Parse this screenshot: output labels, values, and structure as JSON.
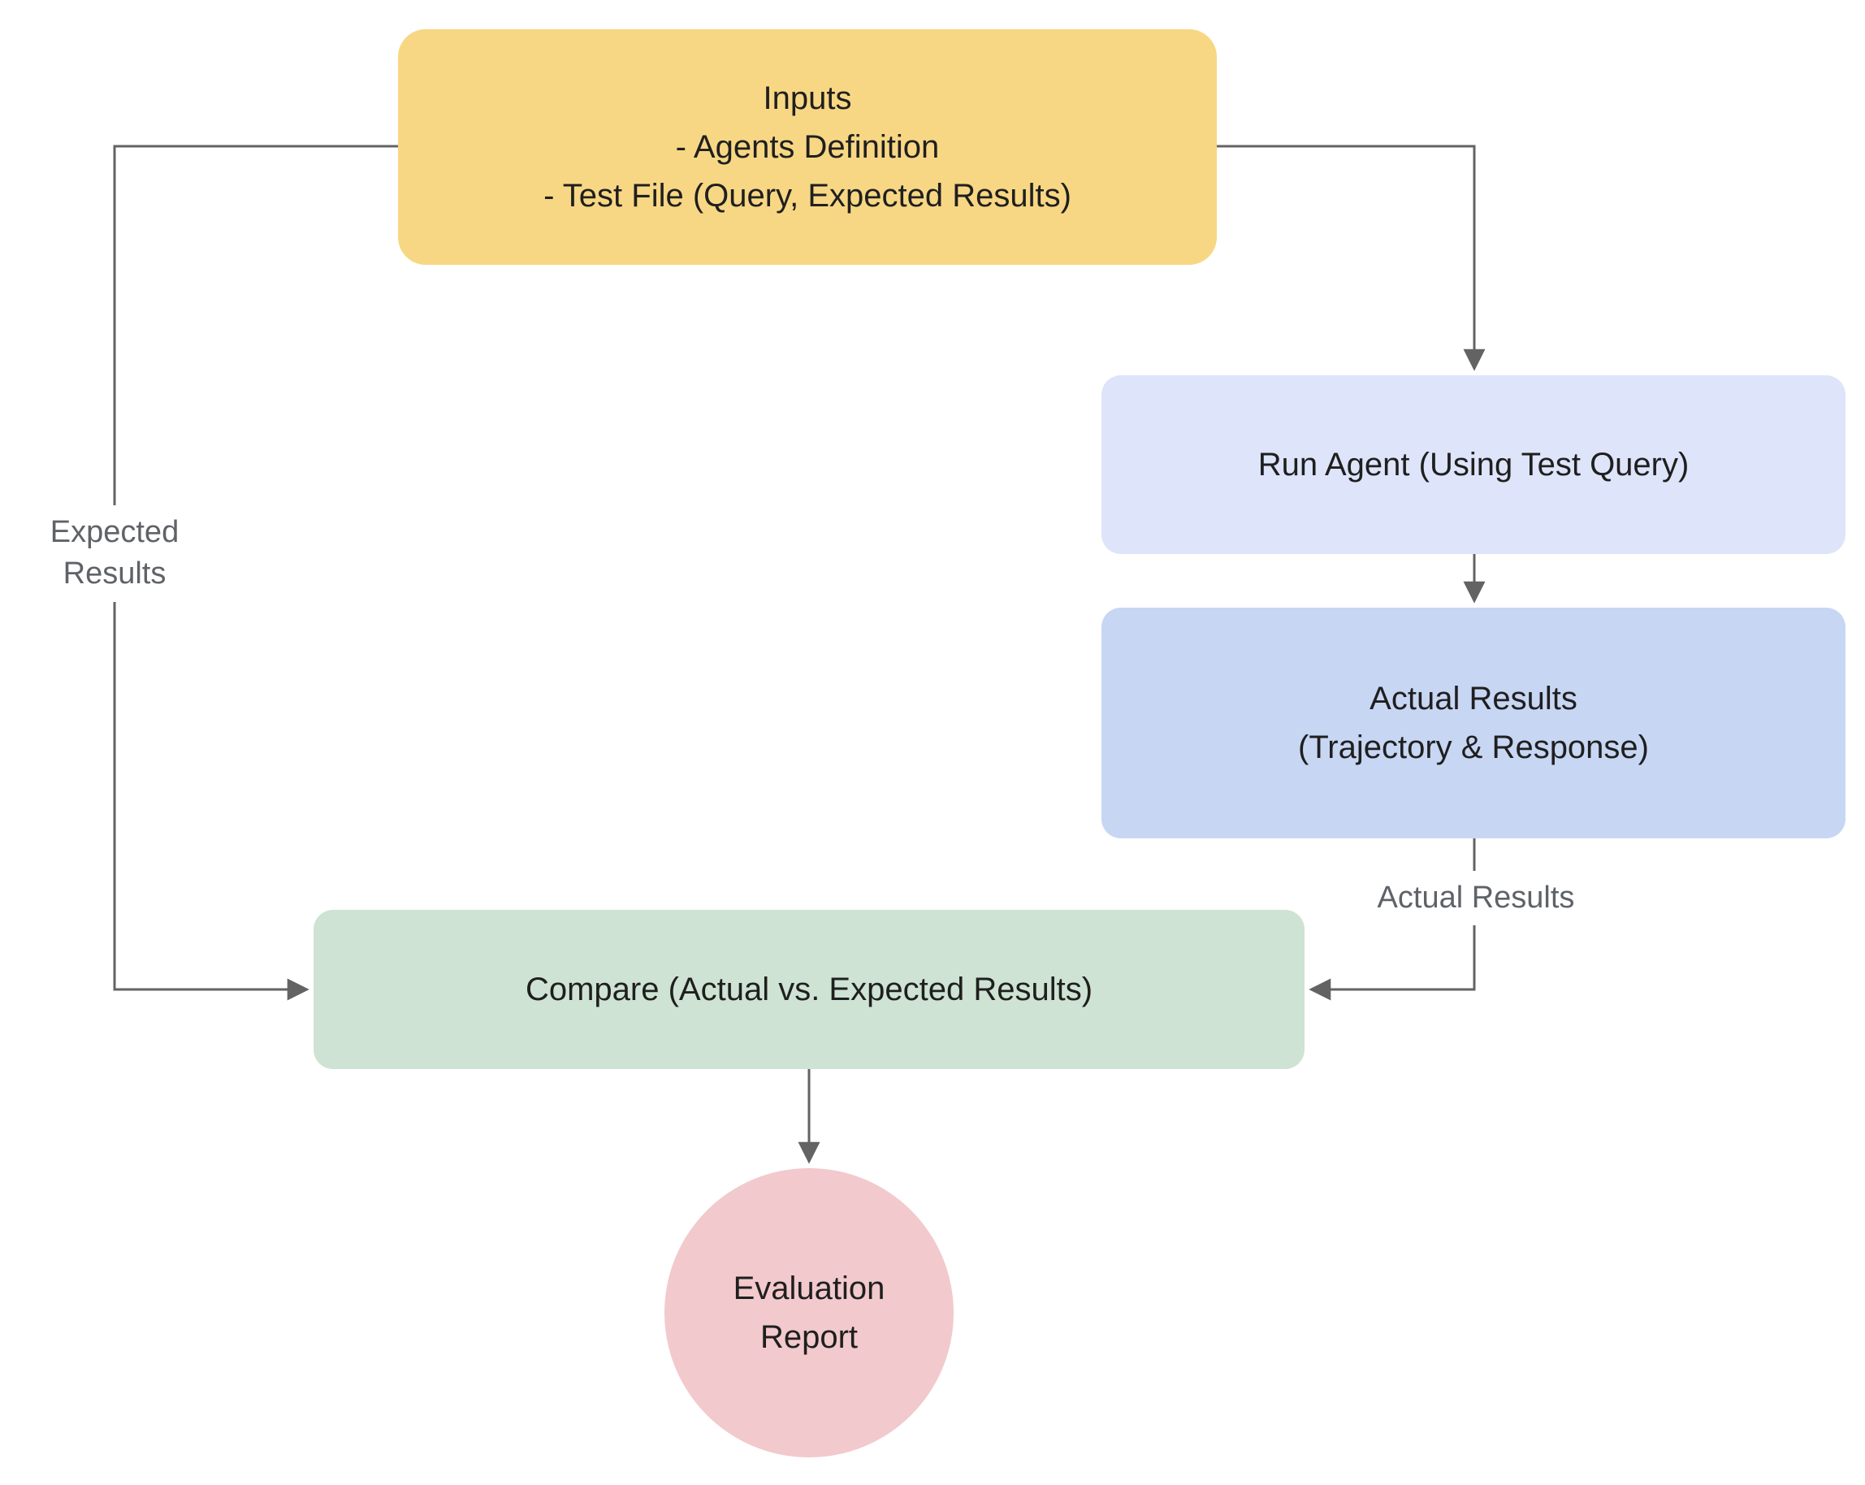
{
  "diagram": {
    "type": "flowchart",
    "nodes": {
      "inputs": {
        "label": "Inputs\n- Agents Definition\n- Test File (Query, Expected Results)",
        "shape": "rounded-rect",
        "color": "#F8D784"
      },
      "run_agent": {
        "label": "Run Agent (Using Test Query)",
        "shape": "rounded-rect",
        "color": "#DEE4F9"
      },
      "actual_results": {
        "label": "Actual Results\n(Trajectory & Response)",
        "shape": "rounded-rect",
        "color": "#C7D6F3"
      },
      "compare": {
        "label": "Compare (Actual vs. Expected Results)",
        "shape": "rounded-rect",
        "color": "#CEE3D3"
      },
      "evaluation_report": {
        "label": "Evaluation\nReport",
        "shape": "circle",
        "color": "#F2C9CC"
      }
    },
    "edges": {
      "inputs_to_compare": {
        "label": "Expected\nResults"
      },
      "inputs_to_run_agent": {
        "label": ""
      },
      "run_agent_to_actual_results": {
        "label": ""
      },
      "actual_results_to_compare": {
        "label": "Actual Results"
      },
      "compare_to_evaluation_report": {
        "label": ""
      }
    },
    "line_color": "#636363",
    "edge_label_color": "#5f6368",
    "text_color": "#1f1f1f"
  }
}
